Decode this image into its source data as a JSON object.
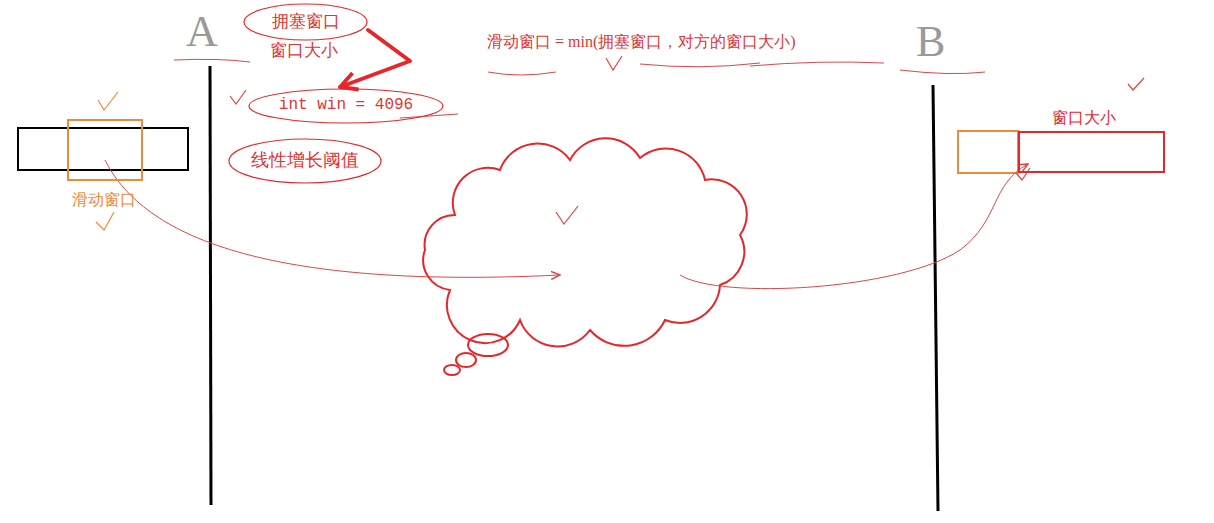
{
  "diagram": {
    "nodes": [
      {
        "text": [
          "拥塞窗口"
        ]
      },
      {
        "text": [
          "int win = 4096"
        ]
      },
      {
        "text": [
          "线性增长阈值"
        ]
      },
      {
        "text": [
          "滑动窗口"
        ]
      },
      {
        "text": [
          "窗口大小"
        ]
      }
    ],
    "edges": [
      {
        "from": 0,
        "to": 1,
        "arrow": "to"
      }
    ],
    "labels": [
      "A",
      "B",
      "窗口大小",
      "滑动窗口 = min(拥塞窗口，对方的窗口大小)"
    ]
  }
}
